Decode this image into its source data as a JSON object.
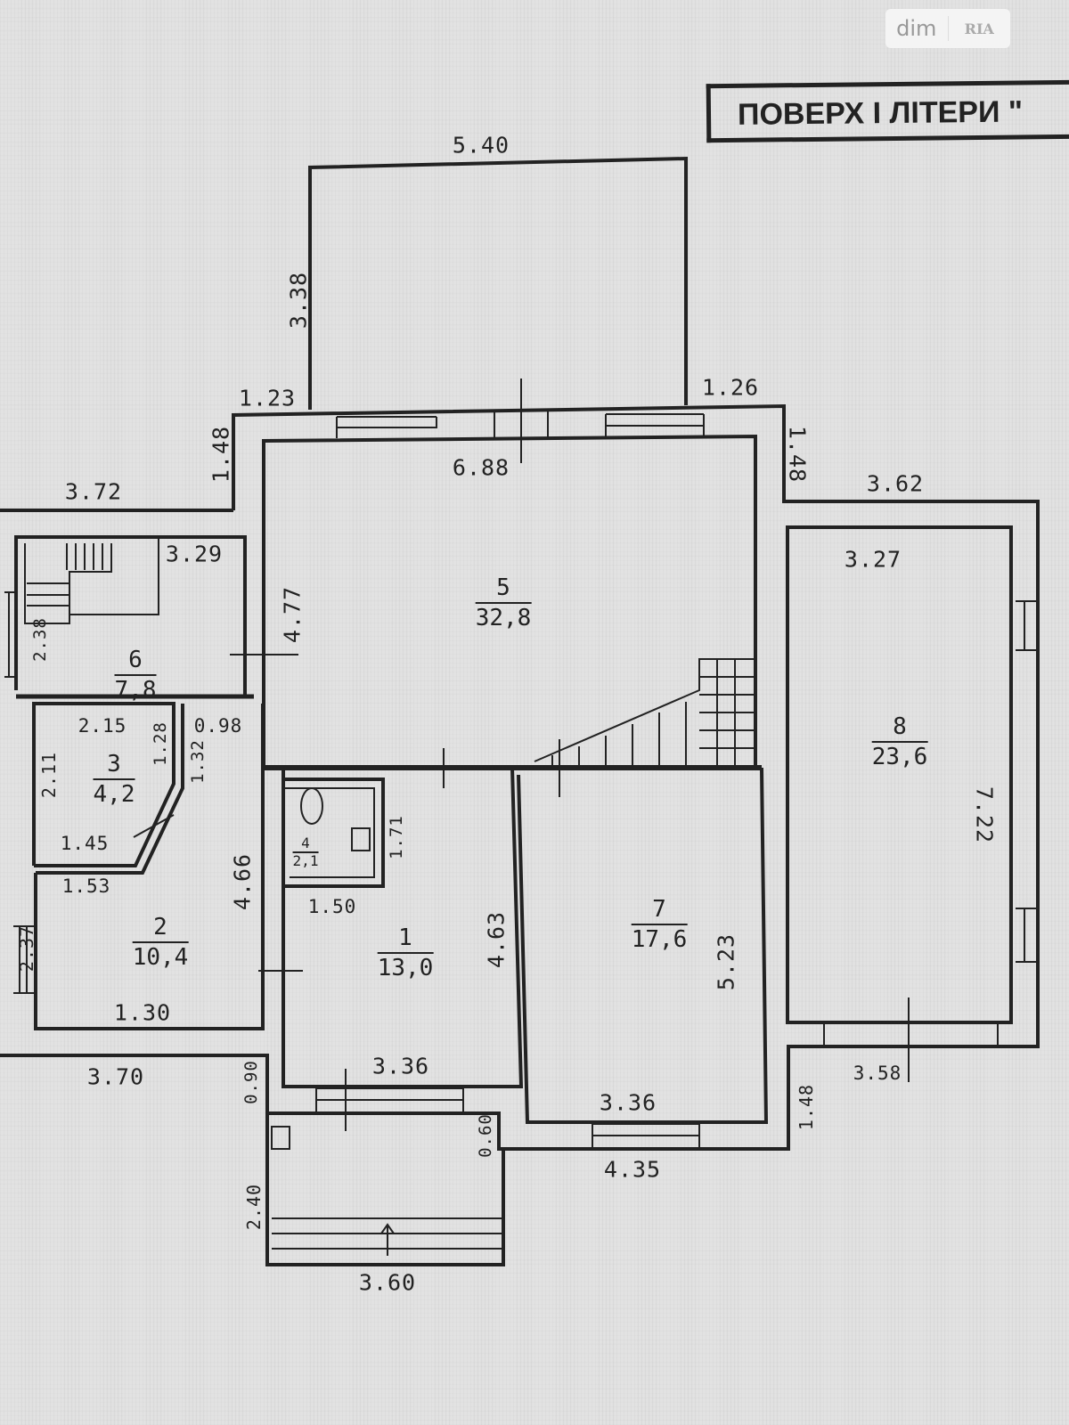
{
  "watermark": {
    "left": "dim",
    "right": "RIA"
  },
  "title": "ПОВЕРХ I ЛІТЕРИ \"",
  "rooms": [
    {
      "number": "1",
      "area": "13,0"
    },
    {
      "number": "2",
      "area": "10,4"
    },
    {
      "number": "3",
      "area": "4,2"
    },
    {
      "number": "4",
      "area": "2,1"
    },
    {
      "number": "5",
      "area": "32,8"
    },
    {
      "number": "6",
      "area": "7,8"
    },
    {
      "number": "7",
      "area": "17,6"
    },
    {
      "number": "8",
      "area": "23,6"
    }
  ],
  "dimensions": {
    "porch_top_width": "5.40",
    "porch_top_depth": "3.38",
    "left_step_top": "1.23",
    "right_step_top": "1.26",
    "left_step_side": "1.48",
    "right_step_side": "1.48",
    "room5_width": "6.88",
    "room5_depth": "4.77",
    "left_wing_top": "3.72",
    "right_wing_top": "3.62",
    "room6_width": "3.29",
    "room6_depth": "2.38",
    "room8_width": "3.27",
    "room8_depth": "7.22",
    "room3_top": "2.15",
    "room3_side": "2.11",
    "room3_diag": "1.28",
    "room3_bottom": "1.45",
    "corridor_width": "0.98",
    "corridor_diag": "1.32",
    "room2_top": "1.53",
    "room2_depth": "2.37",
    "room2_bottom": "1.30",
    "left_depth": "4.66",
    "room4_width": "1.50",
    "room4_depth": "1.71",
    "room1_depth": "4.63",
    "room1_width": "3.36",
    "room7_width": "3.36",
    "room7_depth": "5.23",
    "left_wing_bottom": "3.70",
    "right_wing_bottom": "3.58",
    "right_step_bottom": "1.48",
    "outer_bottom": "4.35",
    "entry_step": "0.90",
    "entry_offset": "0.60",
    "entry_depth": "2.40",
    "entry_width": "3.60"
  }
}
